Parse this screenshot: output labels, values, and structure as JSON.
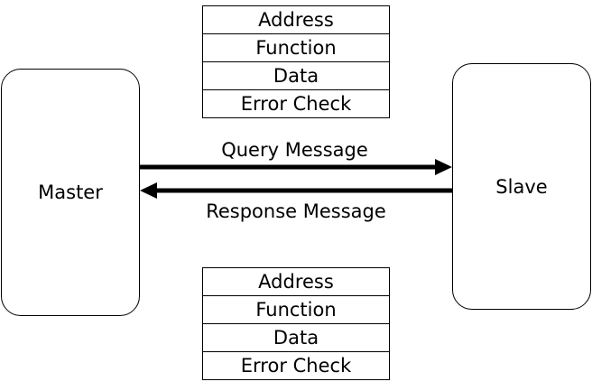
{
  "master": {
    "label": "Master"
  },
  "slave": {
    "label": "Slave"
  },
  "query": {
    "label": "Query Message",
    "frame": [
      "Address",
      "Function",
      "Data",
      "Error Check"
    ]
  },
  "response": {
    "label": "Response Message",
    "frame": [
      "Address",
      "Function",
      "Data",
      "Error Check"
    ]
  },
  "colors": {
    "stroke": "#000000",
    "background": "#ffffff"
  }
}
